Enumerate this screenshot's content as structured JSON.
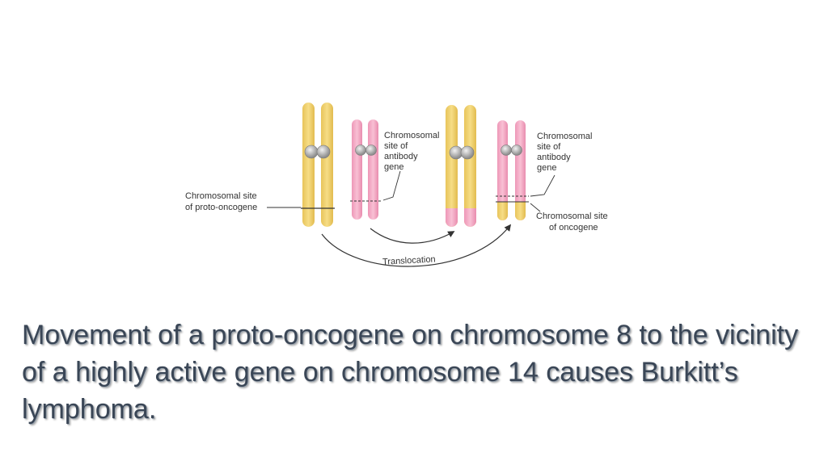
{
  "diagram": {
    "labels": {
      "antibody_gene_1": [
        "Chromosomal",
        "site of",
        "antibody",
        "gene"
      ],
      "proto_oncogene_site": [
        "Chromosomal site",
        "of proto-oncogene"
      ],
      "antibody_gene_2": [
        "Chromosomal",
        "site of",
        "antibody",
        "gene"
      ],
      "oncogene_site": [
        "Chromosomal site",
        "of oncogene"
      ],
      "translocation": "Translocation"
    },
    "colors": {
      "chromosome_8": "#f0d070",
      "chromosome_14": "#f4a9c4",
      "centromere": "#a9a9a9",
      "line": "#333333"
    }
  },
  "caption": "Movement of a proto-oncogene on chromosome 8 to the vicinity of a highly active gene on chromosome 14 causes Burkitt’s lymphoma."
}
